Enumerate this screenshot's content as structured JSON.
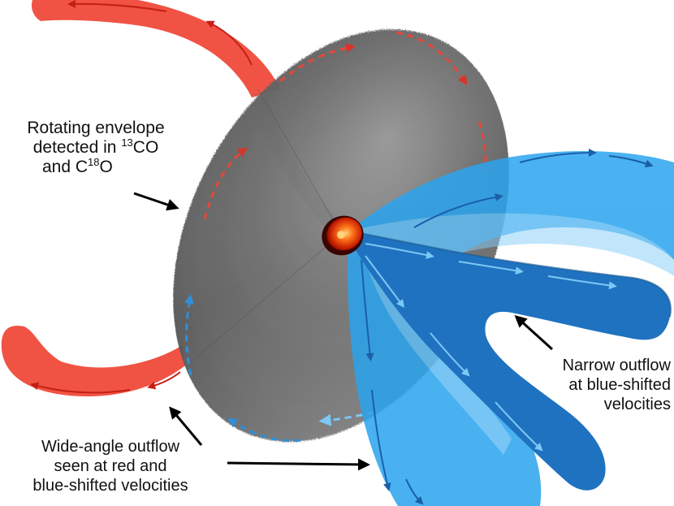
{
  "labels": {
    "envelope": {
      "line1": "Rotating envelope",
      "line2_prefix": "detected in ",
      "line2_sup": "13",
      "line2_suffix": "CO",
      "line3_prefix": "and C",
      "line3_sup": "18",
      "line3_suffix": "O"
    },
    "narrow_outflow": {
      "line1": "Narrow outflow",
      "line2": "at blue-shifted",
      "line3": "velocities"
    },
    "wide_outflow": {
      "line1": "Wide-angle outflow",
      "line2": "seen at red and",
      "line3": "blue-shifted velocities"
    }
  },
  "colors": {
    "envelope_dark": "#3a3a3a",
    "envelope_light": "#bdbdbd",
    "red_lobe": "#ef4a3a",
    "red_arrow": "#d8342a",
    "wide_blue": "#2aa4ee",
    "wide_blue_light": "#86cdf7",
    "narrow_blue": "#1f72bf",
    "arrow_light_blue": "#7cc8f5",
    "star_core": "#ff8a2a",
    "star_edge": "#a01000",
    "pointer": "#000000"
  }
}
